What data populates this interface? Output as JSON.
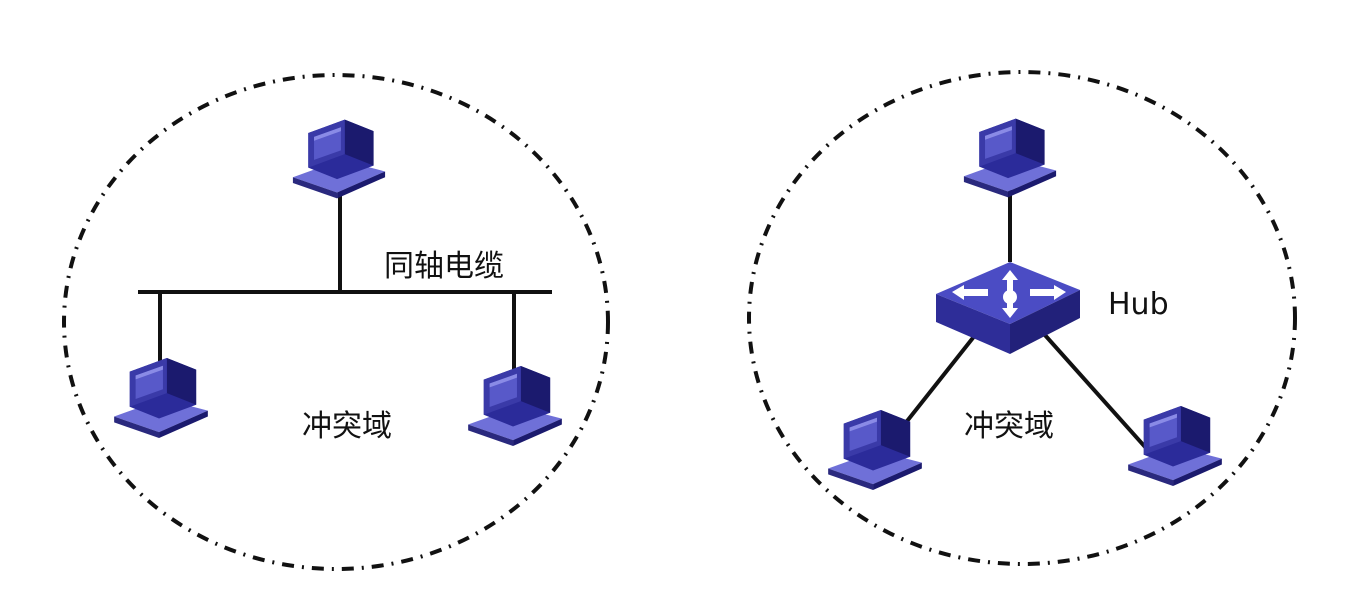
{
  "left_network": {
    "cable_label": "同轴电缆",
    "domain_label": "冲突域"
  },
  "right_network": {
    "hub_label": "Hub",
    "domain_label": "冲突域"
  },
  "colors": {
    "device_dark": "#1b1a6e",
    "device_mid": "#3a3aa8",
    "device_light": "#6f70d8",
    "screen": "#2b2b9a",
    "hub_top": "#4b4cc4",
    "hub_side": "#22217a",
    "line": "#111111"
  }
}
